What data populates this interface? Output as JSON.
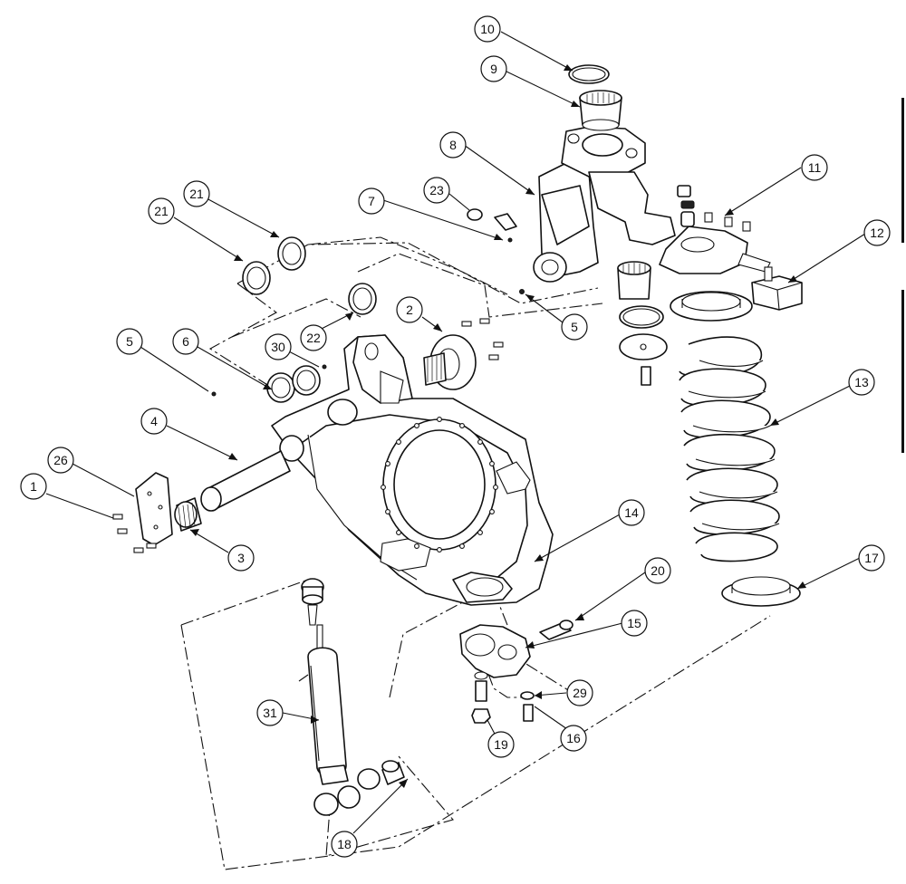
{
  "diagram": {
    "type": "exploded-parts-diagram",
    "callouts": [
      {
        "id": "c1",
        "number": "1"
      },
      {
        "id": "c2",
        "number": "2"
      },
      {
        "id": "c3",
        "number": "3"
      },
      {
        "id": "c4",
        "number": "4"
      },
      {
        "id": "c5a",
        "number": "5"
      },
      {
        "id": "c5b",
        "number": "5"
      },
      {
        "id": "c6",
        "number": "6"
      },
      {
        "id": "c7",
        "number": "7"
      },
      {
        "id": "c8",
        "number": "8"
      },
      {
        "id": "c9",
        "number": "9"
      },
      {
        "id": "c10",
        "number": "10"
      },
      {
        "id": "c11",
        "number": "11"
      },
      {
        "id": "c12",
        "number": "12"
      },
      {
        "id": "c13",
        "number": "13"
      },
      {
        "id": "c14",
        "number": "14"
      },
      {
        "id": "c15",
        "number": "15"
      },
      {
        "id": "c16",
        "number": "16"
      },
      {
        "id": "c17",
        "number": "17"
      },
      {
        "id": "c18",
        "number": "18"
      },
      {
        "id": "c19",
        "number": "19"
      },
      {
        "id": "c20",
        "number": "20"
      },
      {
        "id": "c21a",
        "number": "21"
      },
      {
        "id": "c21b",
        "number": "21"
      },
      {
        "id": "c22",
        "number": "22"
      },
      {
        "id": "c23",
        "number": "23"
      },
      {
        "id": "c26",
        "number": "26"
      },
      {
        "id": "c29",
        "number": "29"
      },
      {
        "id": "c30",
        "number": "30"
      },
      {
        "id": "c31",
        "number": "31"
      }
    ]
  }
}
